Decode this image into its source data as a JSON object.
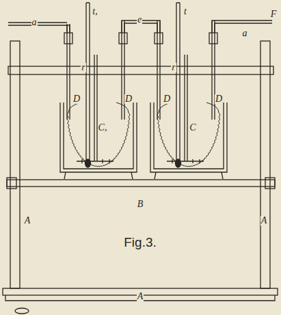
{
  "diagram": {
    "caption": "Fig.3.",
    "labels": [
      "a",
      "t,",
      "e",
      "t",
      "a",
      "F",
      "r",
      "r",
      "D",
      "D",
      "D",
      "D",
      "C,",
      "C",
      "A",
      "A",
      "B",
      "A"
    ]
  }
}
